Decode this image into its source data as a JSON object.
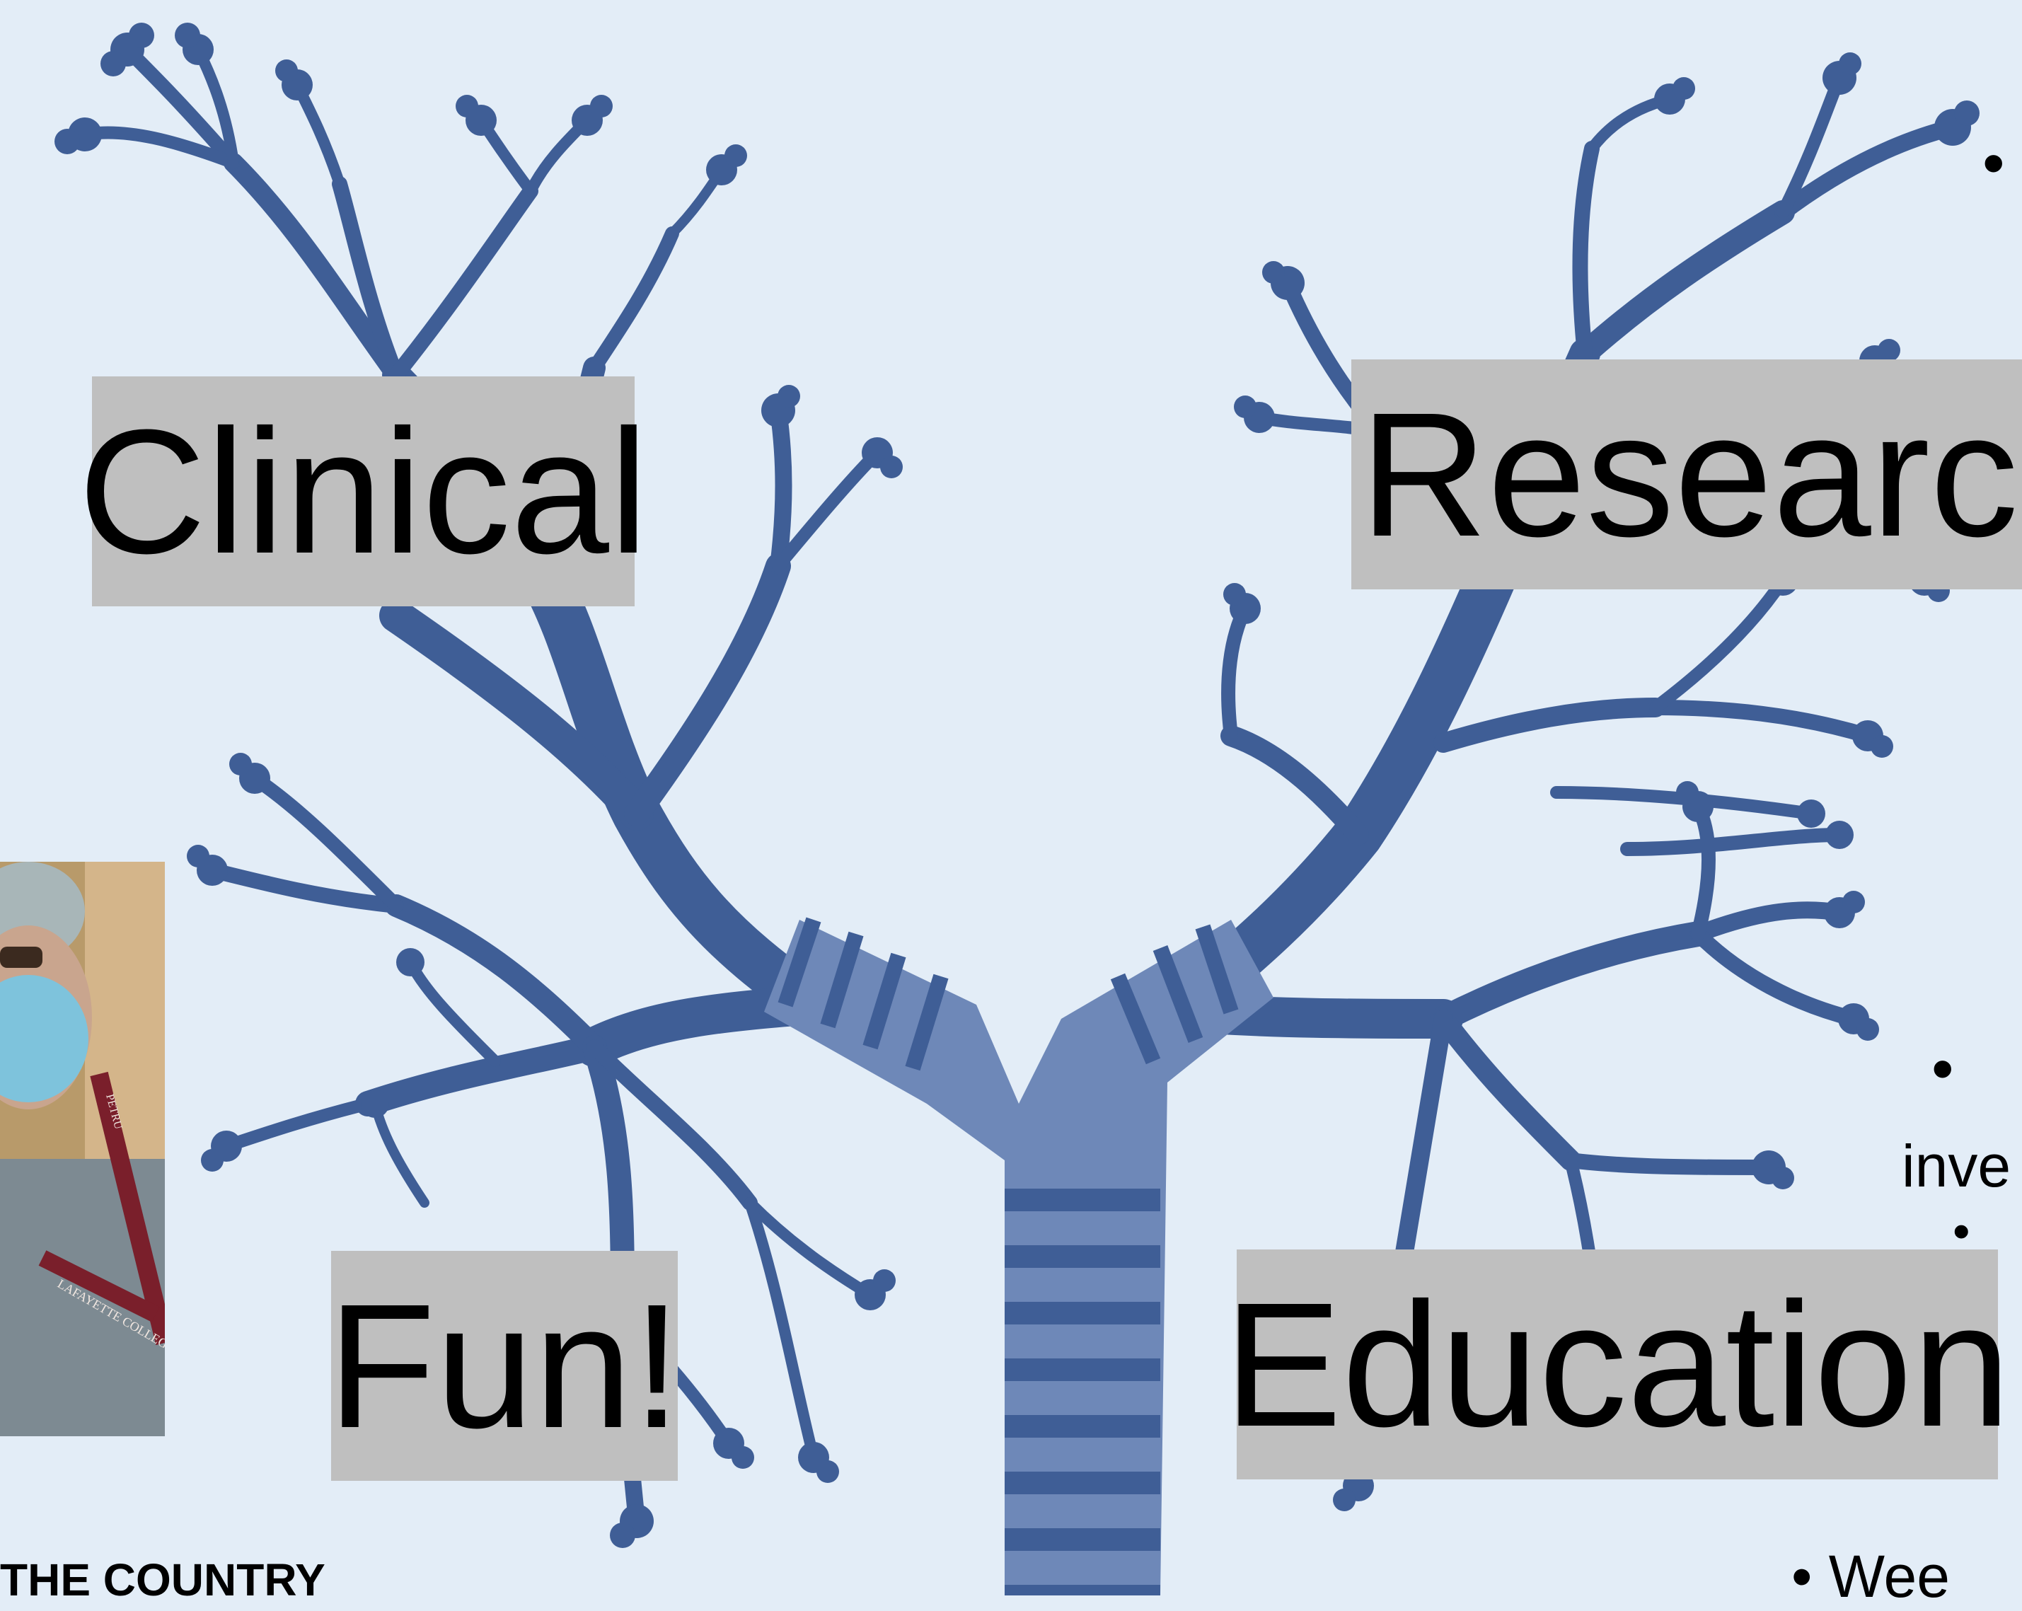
{
  "labels": {
    "clinical": "Clinical",
    "research": "Research",
    "fun": "Fun!",
    "education": "Education"
  },
  "fragments": {
    "bullet_top": "•",
    "bullet_mid": "•",
    "inve": "inve",
    "bullet_mid2": "•",
    "wee": "•   Wee",
    "country": "THE COUNTRY"
  },
  "photo": {
    "lanyard_text": "LAFAYETTE COLLEGE",
    "badge_text": "PETRU"
  },
  "colors": {
    "background": "#e3edf7",
    "branch": "#3f5e96",
    "trachea_light": "#6e88b8",
    "label_box": "#bfbfbf"
  }
}
